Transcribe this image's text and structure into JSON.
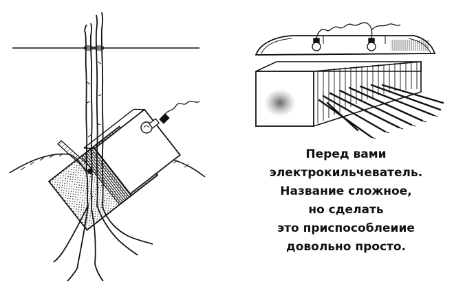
{
  "caption": {
    "lines": [
      "Перед вами",
      "электрокильчеватель.",
      "Название сложное,",
      "но сделать",
      "это приспособлеиие",
      "довольно просто."
    ]
  },
  "colors": {
    "ink": "#111111",
    "paper": "#ffffff",
    "shade": "#555555"
  },
  "icons": {
    "left_figure": "cutting-in-soil-box-with-lamp",
    "right_figure": "cutting-tray-with-lamp-hood"
  }
}
